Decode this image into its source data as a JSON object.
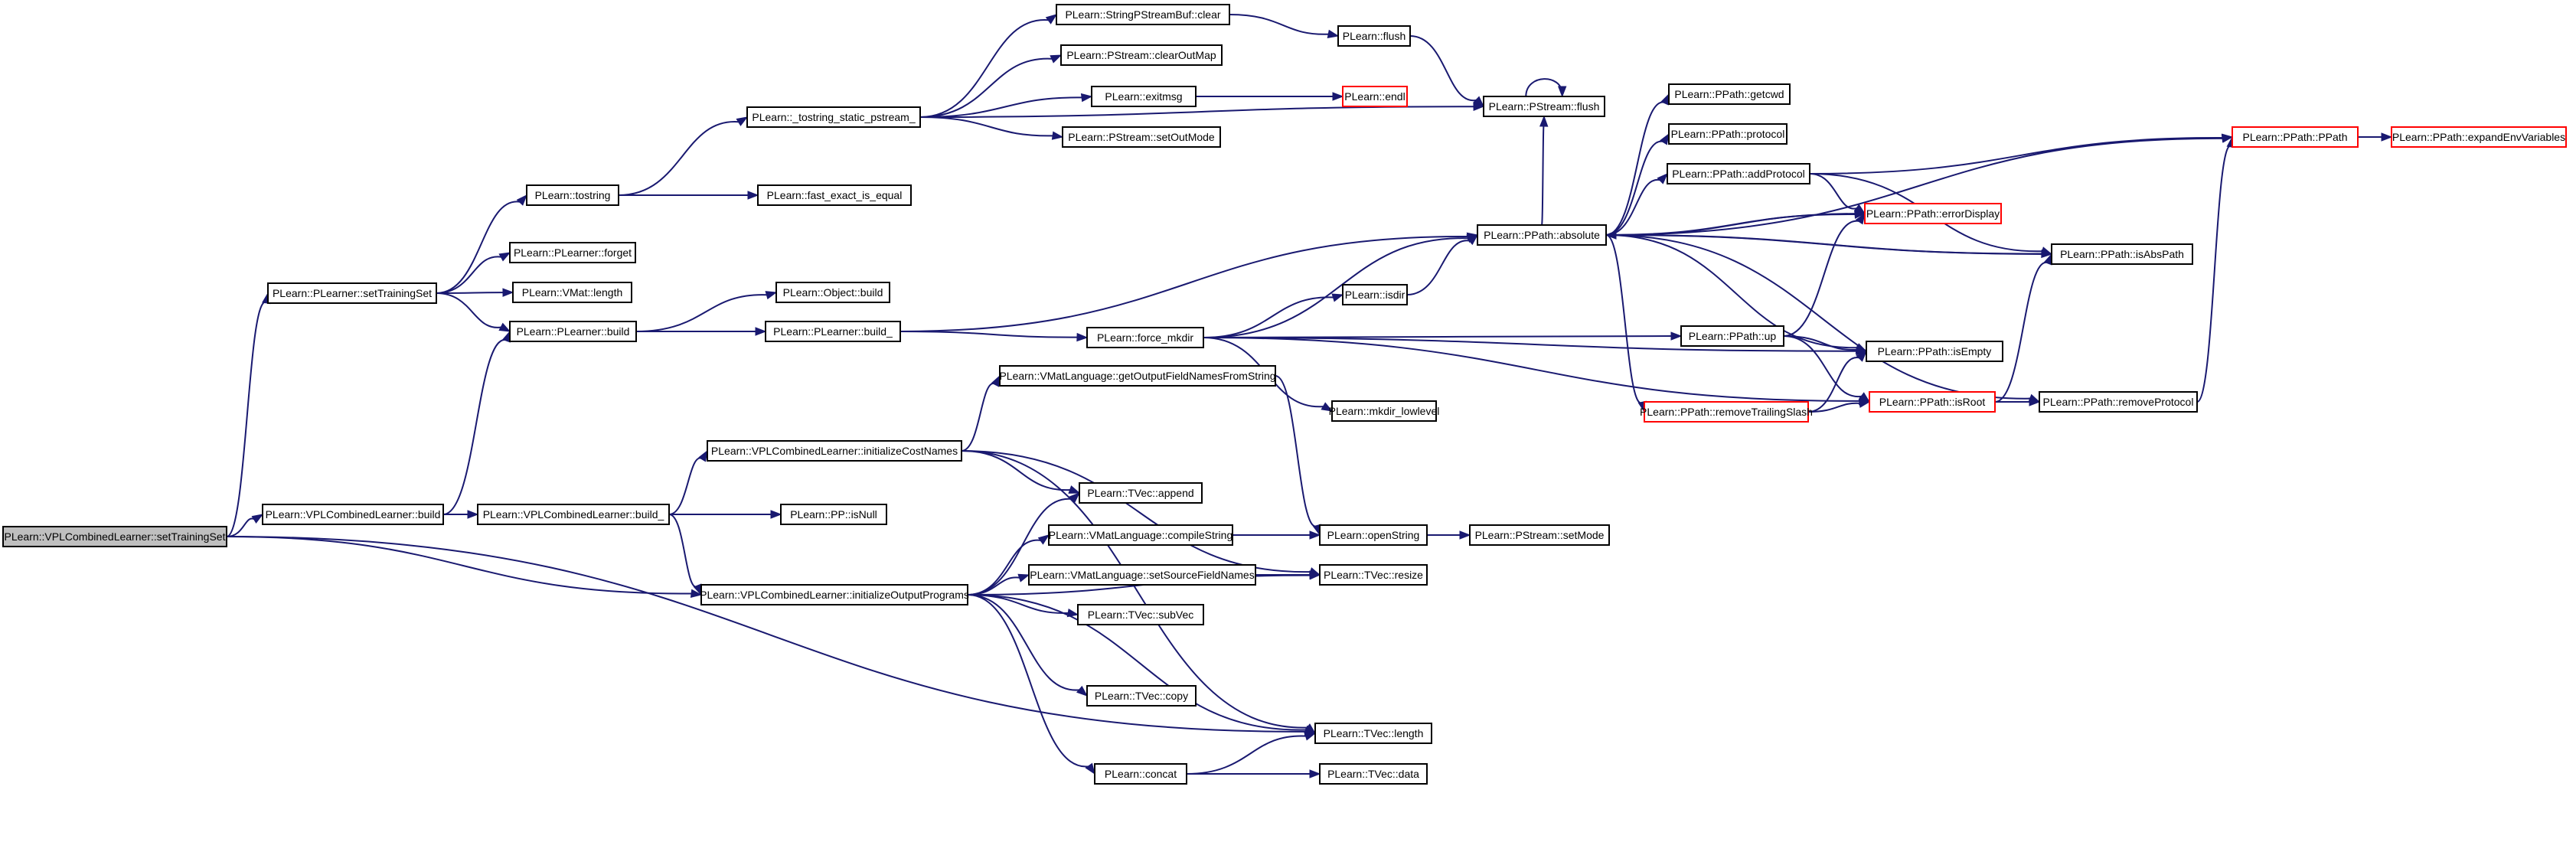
{
  "colors": {
    "edge": "#191970",
    "node_border": "#000000",
    "truncated_border": "#ff0000",
    "node_fill": "#ffffff",
    "root_fill": "#bfbfbf"
  },
  "nodes": [
    {
      "id": "n0",
      "label": "PLearn::VPLCombinedLearner::setTrainingSet",
      "root": true
    },
    {
      "id": "n1",
      "label": "PLearn::PLearner::setTrainingSet"
    },
    {
      "id": "n2",
      "label": "PLearn::VPLCombinedLearner::build"
    },
    {
      "id": "n3",
      "label": "PLearn::VPLCombinedLearner::initializeOutputPrograms"
    },
    {
      "id": "n4",
      "label": "PLearn::TVec::length"
    },
    {
      "id": "n5",
      "label": "PLearn::tostring"
    },
    {
      "id": "n6",
      "label": "PLearn::PLearner::forget"
    },
    {
      "id": "n7",
      "label": "PLearn::VMat::length"
    },
    {
      "id": "n8",
      "label": "PLearn::PLearner::build"
    },
    {
      "id": "n9",
      "label": "PLearn::VPLCombinedLearner::build_"
    },
    {
      "id": "n10",
      "label": "PLearn::_tostring_static_pstream_"
    },
    {
      "id": "n11",
      "label": "PLearn::fast_exact_is_equal"
    },
    {
      "id": "n12",
      "label": "PLearn::Object::build"
    },
    {
      "id": "n13",
      "label": "PLearn::PLearner::build_"
    },
    {
      "id": "n14",
      "label": "PLearn::VPLCombinedLearner::initializeCostNames"
    },
    {
      "id": "n15",
      "label": "PLearn::PP::isNull"
    },
    {
      "id": "n16",
      "label": "PLearn::VMatLanguage::getOutputFieldNamesFromString"
    },
    {
      "id": "n17",
      "label": "PLearn::TVec::append"
    },
    {
      "id": "n18",
      "label": "PLearn::VMatLanguage::compileString"
    },
    {
      "id": "n19",
      "label": "PLearn::VMatLanguage::setSourceFieldNames"
    },
    {
      "id": "n20",
      "label": "PLearn::TVec::subVec"
    },
    {
      "id": "n21",
      "label": "PLearn::TVec::copy"
    },
    {
      "id": "n22",
      "label": "PLearn::concat"
    },
    {
      "id": "n23",
      "label": "PLearn::TVec::resize"
    },
    {
      "id": "n24",
      "label": "PLearn::StringPStreamBuf::clear"
    },
    {
      "id": "n25",
      "label": "PLearn::PStream::clearOutMap"
    },
    {
      "id": "n26",
      "label": "PLearn::exitmsg"
    },
    {
      "id": "n27",
      "label": "PLearn::PStream::setOutMode"
    },
    {
      "id": "n28",
      "label": "PLearn::PStream::flush"
    },
    {
      "id": "n29",
      "label": "PLearn::force_mkdir"
    },
    {
      "id": "n30",
      "label": "PLearn::PPath::absolute"
    },
    {
      "id": "n31",
      "label": "PLearn::flush"
    },
    {
      "id": "n32",
      "label": "PLearn::endl",
      "truncated": true
    },
    {
      "id": "n33",
      "label": "PLearn::isdir"
    },
    {
      "id": "n34",
      "label": "PLearn::PPath::up"
    },
    {
      "id": "n35",
      "label": "PLearn::PPath::isEmpty"
    },
    {
      "id": "n36",
      "label": "PLearn::mkdir_lowlevel"
    },
    {
      "id": "n37",
      "label": "PLearn::PPath::isRoot",
      "truncated": true
    },
    {
      "id": "n38",
      "label": "PLearn::openString"
    },
    {
      "id": "n39",
      "label": "PLearn::PStream::setMode"
    },
    {
      "id": "n40",
      "label": "PLearn::TVec::data"
    },
    {
      "id": "n41",
      "label": "PLearn::PPath::getcwd"
    },
    {
      "id": "n42",
      "label": "PLearn::PPath::protocol"
    },
    {
      "id": "n43",
      "label": "PLearn::PPath::addProtocol"
    },
    {
      "id": "n44",
      "label": "PLearn::PPath::errorDisplay",
      "truncated": true
    },
    {
      "id": "n45",
      "label": "PLearn::PPath::isAbsPath"
    },
    {
      "id": "n46",
      "label": "PLearn::PPath::removeTrailingSlash",
      "truncated": true
    },
    {
      "id": "n47",
      "label": "PLearn::PPath::PPath",
      "truncated": true
    },
    {
      "id": "n48",
      "label": "PLearn::PPath::removeProtocol"
    },
    {
      "id": "n49",
      "label": "PLearn::PPath::expandEnvVariables",
      "truncated": true
    }
  ],
  "edges": [
    [
      "n0",
      "n1"
    ],
    [
      "n0",
      "n2"
    ],
    [
      "n0",
      "n3"
    ],
    [
      "n0",
      "n4"
    ],
    [
      "n1",
      "n5"
    ],
    [
      "n1",
      "n6"
    ],
    [
      "n1",
      "n7"
    ],
    [
      "n1",
      "n8"
    ],
    [
      "n2",
      "n8"
    ],
    [
      "n2",
      "n9"
    ],
    [
      "n3",
      "n17"
    ],
    [
      "n3",
      "n18"
    ],
    [
      "n3",
      "n19"
    ],
    [
      "n3",
      "n20"
    ],
    [
      "n3",
      "n21"
    ],
    [
      "n3",
      "n4"
    ],
    [
      "n3",
      "n22"
    ],
    [
      "n3",
      "n23"
    ],
    [
      "n5",
      "n10"
    ],
    [
      "n5",
      "n11"
    ],
    [
      "n8",
      "n12"
    ],
    [
      "n8",
      "n13"
    ],
    [
      "n9",
      "n14"
    ],
    [
      "n9",
      "n15"
    ],
    [
      "n9",
      "n3"
    ],
    [
      "n10",
      "n24"
    ],
    [
      "n10",
      "n25"
    ],
    [
      "n10",
      "n26"
    ],
    [
      "n10",
      "n27"
    ],
    [
      "n10",
      "n28"
    ],
    [
      "n13",
      "n29"
    ],
    [
      "n13",
      "n30"
    ],
    [
      "n14",
      "n16"
    ],
    [
      "n14",
      "n17"
    ],
    [
      "n14",
      "n23"
    ],
    [
      "n14",
      "n4"
    ],
    [
      "n16",
      "n38"
    ],
    [
      "n18",
      "n38"
    ],
    [
      "n19",
      "n23"
    ],
    [
      "n22",
      "n4"
    ],
    [
      "n22",
      "n40"
    ],
    [
      "n24",
      "n31"
    ],
    [
      "n26",
      "n32"
    ],
    [
      "n28",
      "n28"
    ],
    [
      "n29",
      "n30"
    ],
    [
      "n29",
      "n33"
    ],
    [
      "n29",
      "n34"
    ],
    [
      "n29",
      "n35"
    ],
    [
      "n29",
      "n36"
    ],
    [
      "n29",
      "n37"
    ],
    [
      "n30",
      "n41"
    ],
    [
      "n30",
      "n42"
    ],
    [
      "n30",
      "n43"
    ],
    [
      "n30",
      "n44"
    ],
    [
      "n30",
      "n45"
    ],
    [
      "n30",
      "n35"
    ],
    [
      "n30",
      "n46"
    ],
    [
      "n30",
      "n47"
    ],
    [
      "n30",
      "n48"
    ],
    [
      "n30",
      "n28"
    ],
    [
      "n31",
      "n28"
    ],
    [
      "n33",
      "n30"
    ],
    [
      "n34",
      "n44"
    ],
    [
      "n34",
      "n35"
    ],
    [
      "n34",
      "n37"
    ],
    [
      "n38",
      "n39"
    ],
    [
      "n43",
      "n47"
    ],
    [
      "n43",
      "n44"
    ],
    [
      "n43",
      "n45"
    ],
    [
      "n44",
      "n30"
    ],
    [
      "n45",
      "n30"
    ],
    [
      "n46",
      "n37"
    ],
    [
      "n46",
      "n35"
    ],
    [
      "n37",
      "n45"
    ],
    [
      "n37",
      "n48"
    ],
    [
      "n47",
      "n49"
    ],
    [
      "n48",
      "n47"
    ]
  ]
}
